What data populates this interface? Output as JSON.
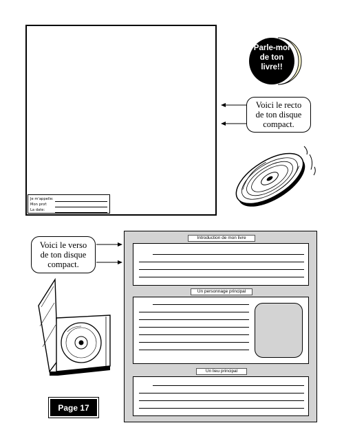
{
  "badge": {
    "line1": "Parle-moi",
    "line2": "de ton",
    "line3": "livre!!"
  },
  "recto": {
    "line1": "Voici le recto",
    "line2": "de ton disque",
    "line3": "compact."
  },
  "verso": {
    "line1": "Voici le verso",
    "line2": "de ton disque",
    "line3": "compact."
  },
  "name_box": {
    "name_label": "Je m'appelle:",
    "teacher_label": "Mon prof:",
    "date_label": "La date:"
  },
  "back": {
    "intro_label": "Introduction de mon livre",
    "character_label": "Un personnage principal",
    "place_label": "Un lieu principal"
  },
  "page": {
    "label": "Page 17"
  }
}
